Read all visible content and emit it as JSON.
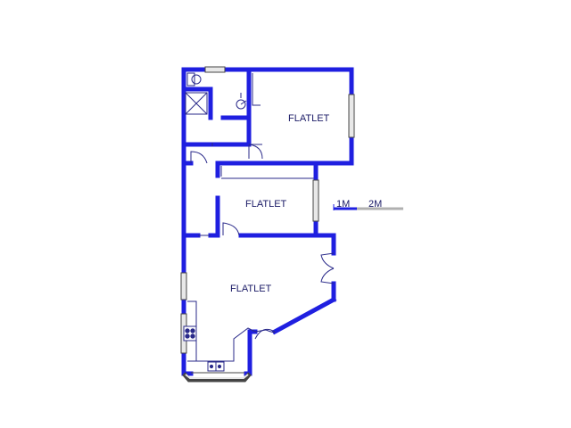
{
  "rooms": [
    {
      "label": "FLATLET"
    },
    {
      "label": "FLATLET"
    },
    {
      "label": "FLATLET"
    }
  ],
  "scale_bar": {
    "label_1": "1M",
    "label_2": "2M"
  },
  "colors": {
    "wall": "#1f1fe0",
    "fixture": "#2a2a8a",
    "window_fill": "#e8e8e8",
    "window_stroke": "#444444",
    "text": "#1a1a66",
    "scale_grey": "#b0b0b0"
  }
}
